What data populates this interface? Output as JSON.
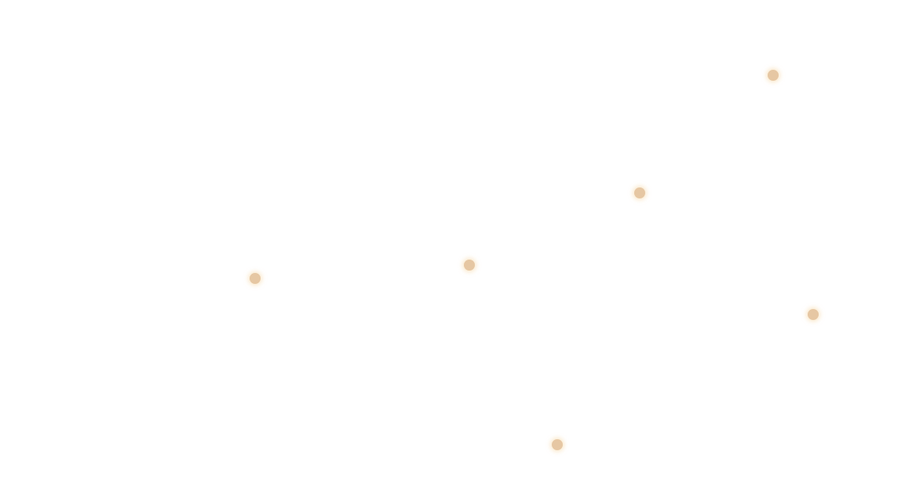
{
  "colors": {
    "background": "#ffffff",
    "dot_fill": "#e6c7a3",
    "dot_glow": "#f6d6a0"
  },
  "dots": [
    {
      "icon": "glowing-dot"
    },
    {
      "icon": "glowing-dot"
    },
    {
      "icon": "glowing-dot"
    },
    {
      "icon": "glowing-dot"
    },
    {
      "icon": "glowing-dot"
    },
    {
      "icon": "glowing-dot"
    }
  ]
}
